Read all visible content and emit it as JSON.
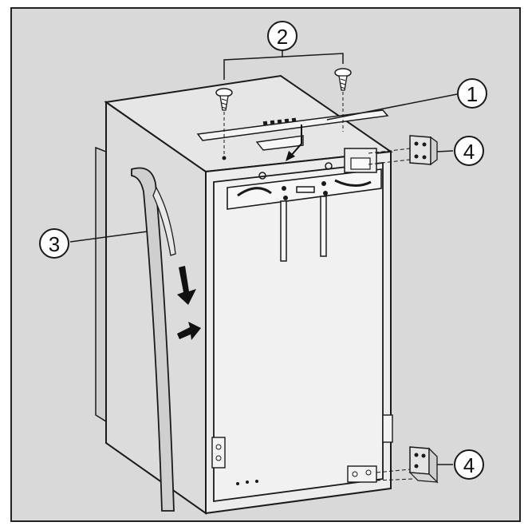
{
  "colors": {
    "background": "#d9d9d9",
    "frame": "#ffffff",
    "appliance_fill": "#ececec",
    "appliance_side": "#dcdcdc",
    "appliance_top": "#e6e6e6",
    "line": "#1a1a1a",
    "arrow": "#111111"
  },
  "callouts": [
    {
      "id": "1",
      "label": "1"
    },
    {
      "id": "2",
      "label": "2"
    },
    {
      "id": "3",
      "label": "3"
    },
    {
      "id": "4a",
      "label": "4"
    },
    {
      "id": "4b",
      "label": "4"
    }
  ]
}
